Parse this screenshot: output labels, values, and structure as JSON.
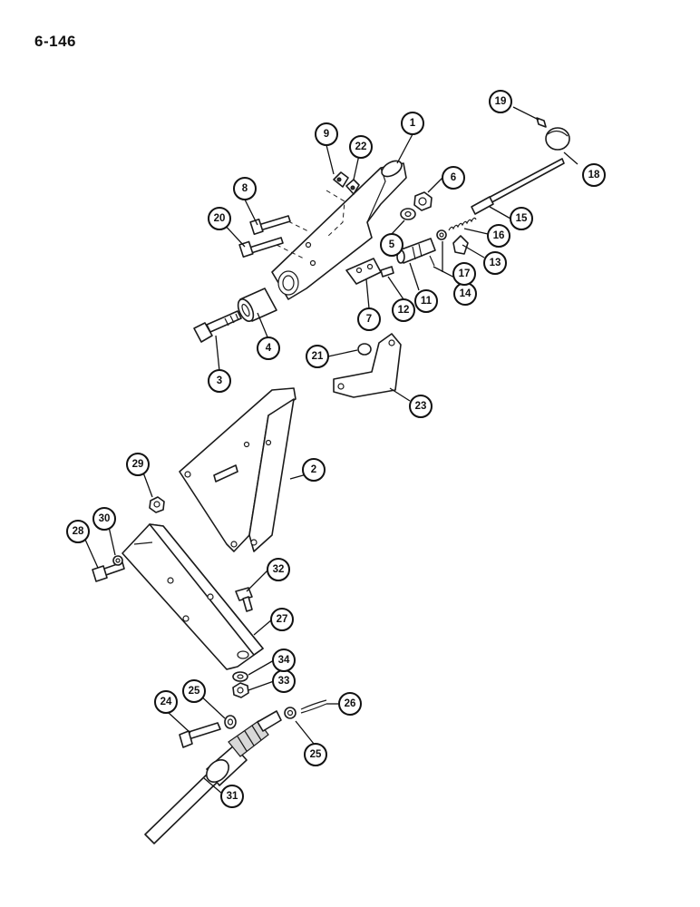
{
  "page": {
    "number": "6-146"
  },
  "callouts": [
    {
      "id": "c1",
      "label": "1"
    },
    {
      "id": "c2",
      "label": "2"
    },
    {
      "id": "c3",
      "label": "3"
    },
    {
      "id": "c4",
      "label": "4"
    },
    {
      "id": "c5",
      "label": "5"
    },
    {
      "id": "c6",
      "label": "6"
    },
    {
      "id": "c7",
      "label": "7"
    },
    {
      "id": "c8",
      "label": "8"
    },
    {
      "id": "c9",
      "label": "9"
    },
    {
      "id": "c11",
      "label": "11"
    },
    {
      "id": "c12",
      "label": "12"
    },
    {
      "id": "c13",
      "label": "13"
    },
    {
      "id": "c14",
      "label": "14"
    },
    {
      "id": "c15",
      "label": "15"
    },
    {
      "id": "c16",
      "label": "16"
    },
    {
      "id": "c17",
      "label": "17"
    },
    {
      "id": "c18",
      "label": "18"
    },
    {
      "id": "c19",
      "label": "19"
    },
    {
      "id": "c20",
      "label": "20"
    },
    {
      "id": "c21",
      "label": "21"
    },
    {
      "id": "c22",
      "label": "22"
    },
    {
      "id": "c23",
      "label": "23"
    },
    {
      "id": "c24",
      "label": "24"
    },
    {
      "id": "c25a",
      "label": "25"
    },
    {
      "id": "c25b",
      "label": "25"
    },
    {
      "id": "c26",
      "label": "26"
    },
    {
      "id": "c27",
      "label": "27"
    },
    {
      "id": "c28",
      "label": "28"
    },
    {
      "id": "c29",
      "label": "29"
    },
    {
      "id": "c30",
      "label": "30"
    },
    {
      "id": "c31",
      "label": "31"
    },
    {
      "id": "c32",
      "label": "32"
    },
    {
      "id": "c33",
      "label": "33"
    },
    {
      "id": "c34",
      "label": "34"
    }
  ]
}
